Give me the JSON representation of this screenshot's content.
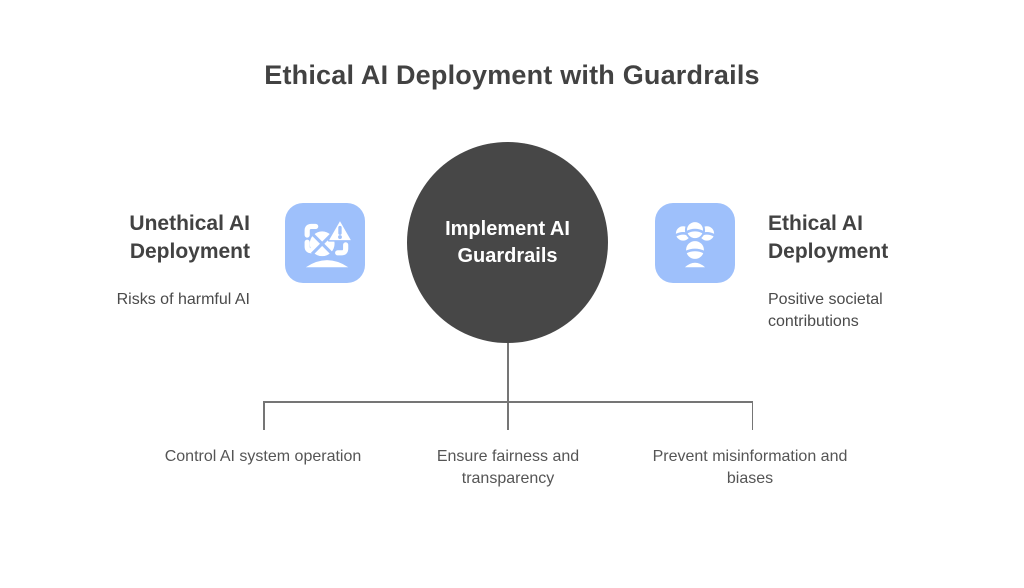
{
  "title": "Ethical AI Deployment with Guardrails",
  "center": {
    "label": "Implement AI Guardrails"
  },
  "left": {
    "heading": "Unethical AI Deployment",
    "subtitle": "Risks of harmful AI",
    "icon": "ai-scan-warning-icon"
  },
  "right": {
    "heading": "Ethical AI Deployment",
    "subtitle": "Positive societal contributions",
    "icon": "society-group-icon"
  },
  "branches": [
    {
      "label": "Control AI system operation"
    },
    {
      "label": "Ensure fairness and transparency"
    },
    {
      "label": "Prevent misinformation and biases"
    }
  ],
  "colors": {
    "accent_blue": "#9ec0fb",
    "circle_dark": "#474747",
    "line_gray": "#757575",
    "title_gray": "#424242",
    "text_gray": "#555555",
    "subtitle_gray": "#4a4a4a",
    "background": "#ffffff",
    "circle_text": "#ffffff"
  }
}
